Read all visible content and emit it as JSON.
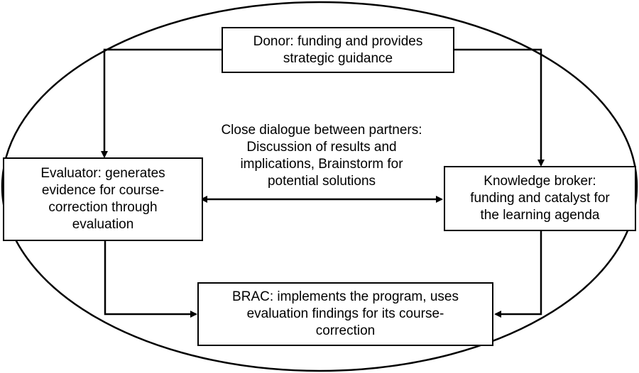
{
  "colors": {
    "stroke": "#000000",
    "background": "#ffffff",
    "text": "#000000"
  },
  "nodes": {
    "donor": {
      "label": "Donor: funding and provides\nstrategic guidance"
    },
    "evaluator": {
      "label": "Evaluator: generates\nevidence for course-\ncorrection through\nevaluation"
    },
    "knowledge_broker": {
      "label": "Knowledge broker:\nfunding and  catalyst for\nthe learning agenda"
    },
    "brac": {
      "label": "BRAC: implements the program, uses\nevaluation findings for its course-\ncorrection"
    }
  },
  "center": {
    "label": "Close dialogue between partners:\nDiscussion of results and\nimplications, Brainstorm for\npotential solutions"
  },
  "edges": [
    {
      "from": "donor",
      "to": "evaluator",
      "type": "arrow"
    },
    {
      "from": "donor",
      "to": "knowledge_broker",
      "type": "arrow"
    },
    {
      "from": "evaluator",
      "to": "brac",
      "type": "arrow"
    },
    {
      "from": "knowledge_broker",
      "to": "brac",
      "type": "arrow"
    },
    {
      "from": "evaluator",
      "to": "knowledge_broker",
      "type": "double-arrow"
    }
  ]
}
